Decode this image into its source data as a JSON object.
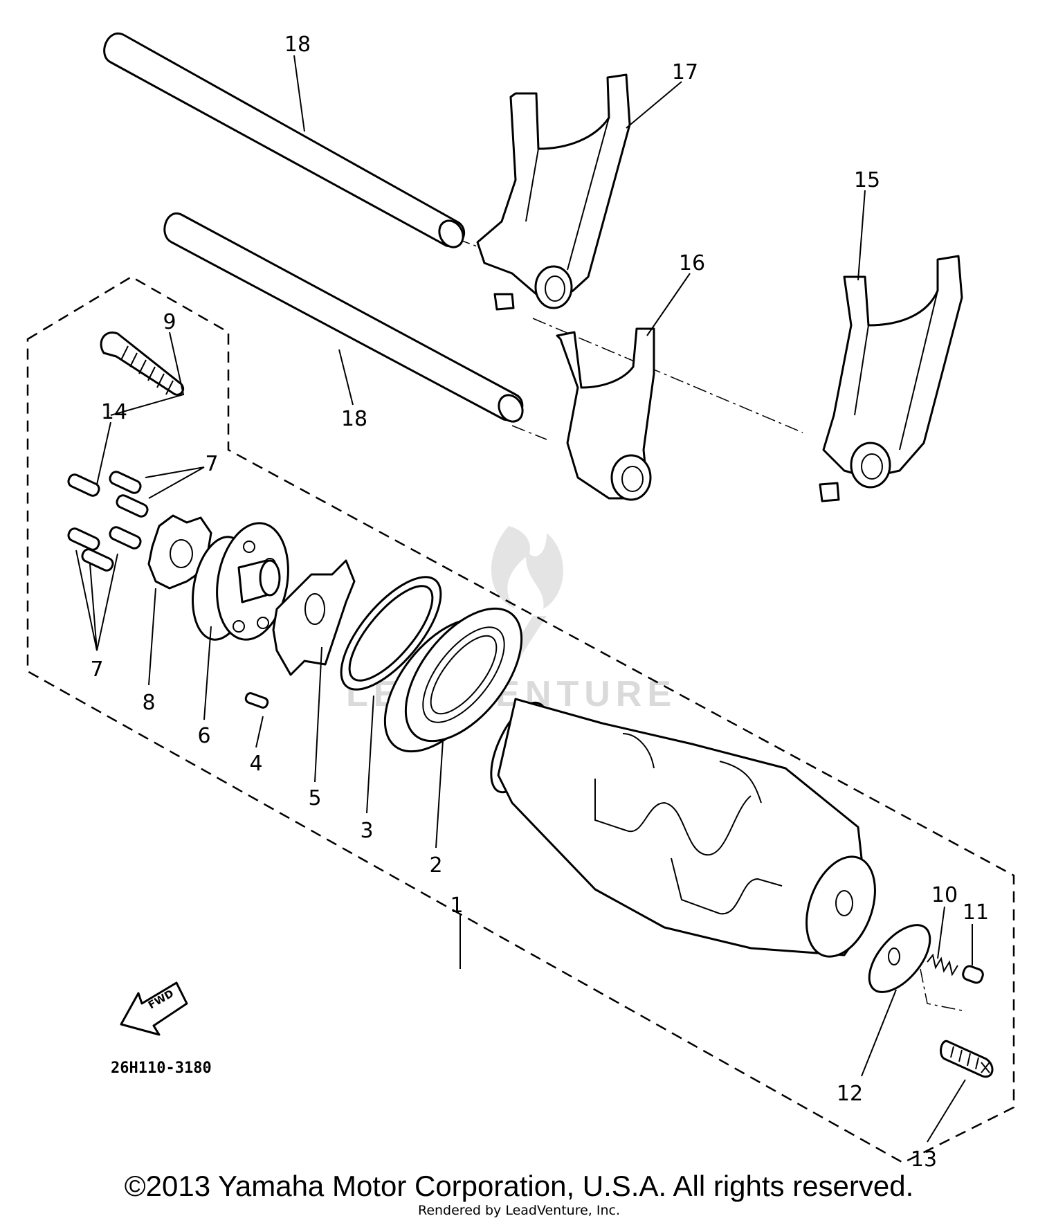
{
  "diagram": {
    "callouts": {
      "c1": "1",
      "c2": "2",
      "c3": "3",
      "c4": "4",
      "c5": "5",
      "c6": "6",
      "c7a": "7",
      "c7b": "7",
      "c8": "8",
      "c9": "9",
      "c10": "10",
      "c11": "11",
      "c12": "12",
      "c13": "13",
      "c14": "14",
      "c15": "15",
      "c16": "16",
      "c17": "17",
      "c18a": "18",
      "c18b": "18"
    },
    "diagram_code": "26H110-3180",
    "fwd_label": "FWD",
    "watermark_text": "LEADVENTURE"
  },
  "footer": {
    "copyright": "©2013 Yamaha Motor Corporation, U.S.A. All rights reserved.",
    "rendered_by": "Rendered by LeadVenture, Inc."
  }
}
